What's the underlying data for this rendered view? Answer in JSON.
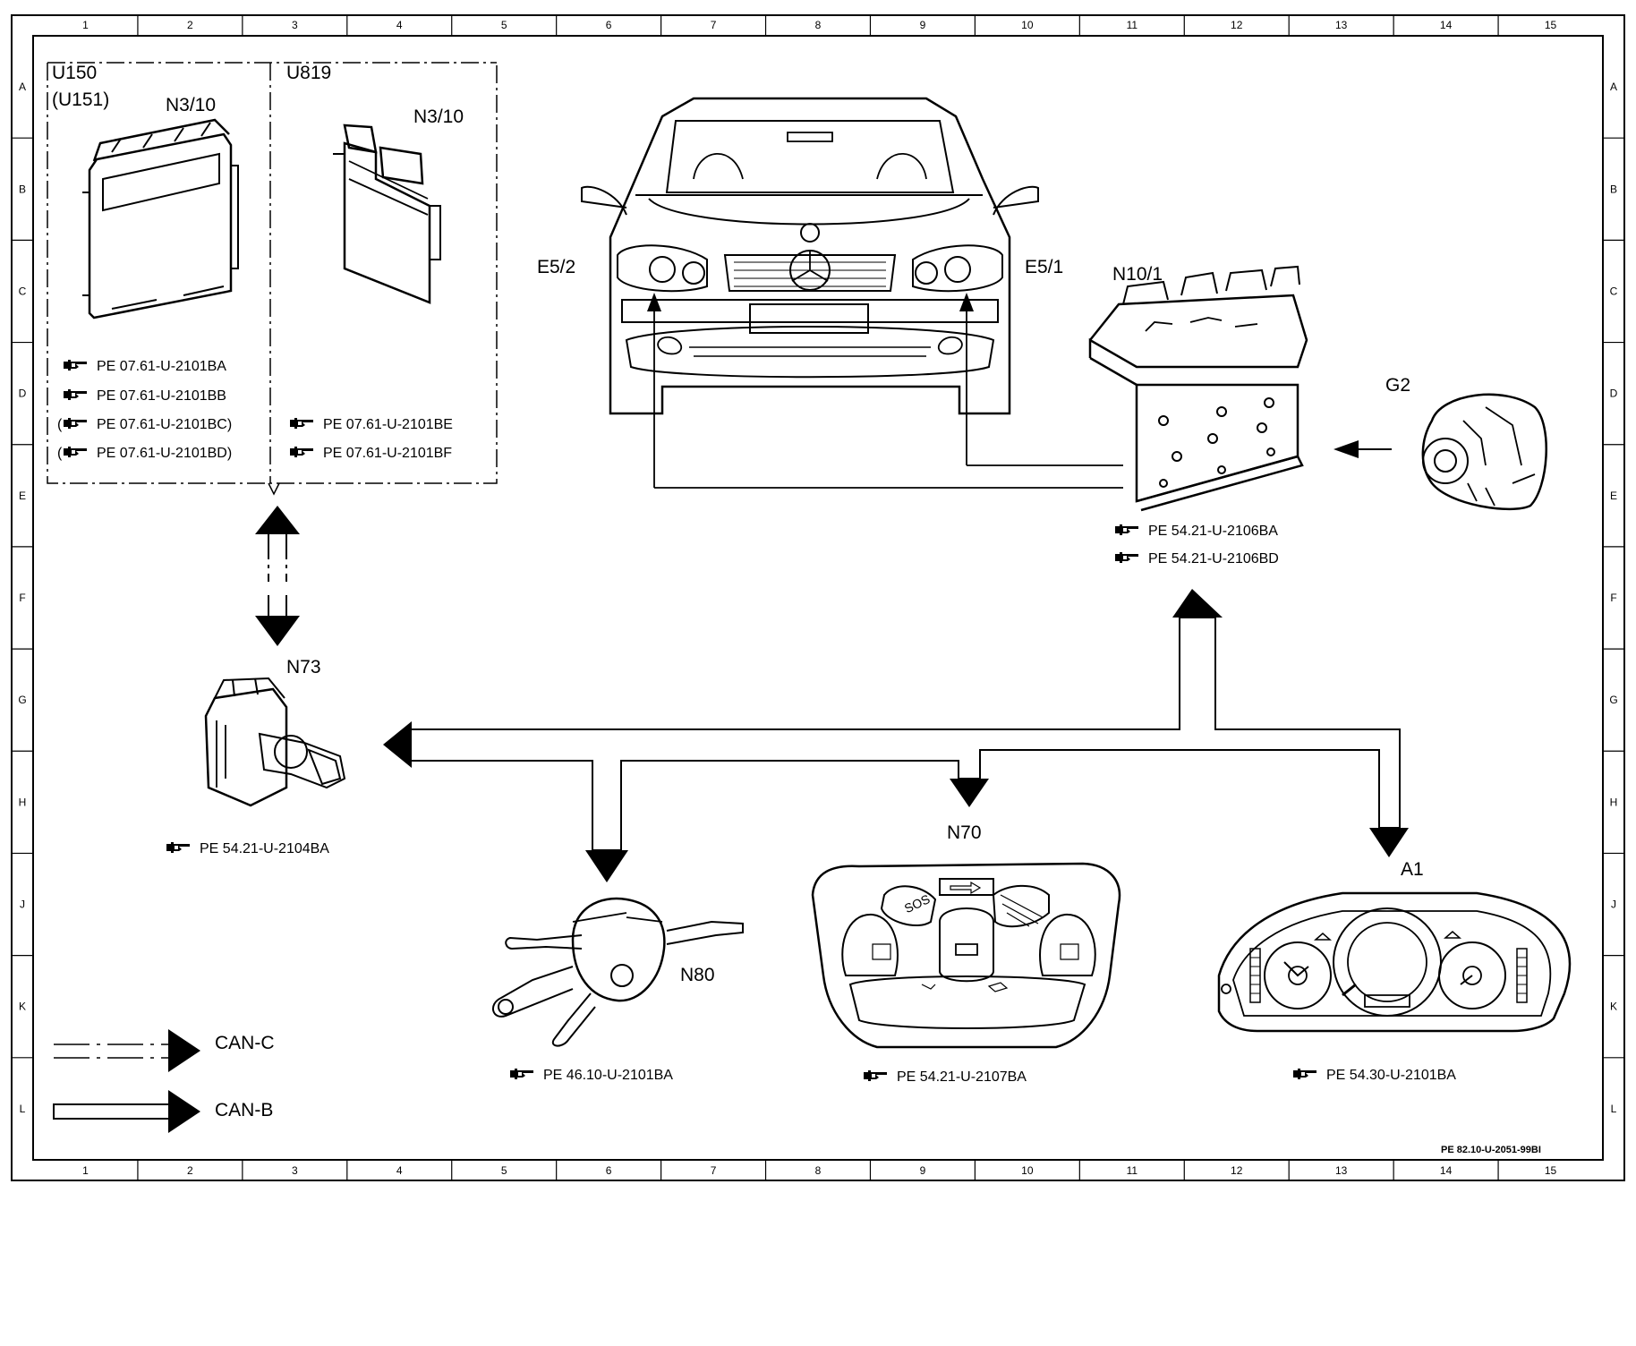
{
  "grid": {
    "columns": [
      "1",
      "2",
      "3",
      "4",
      "5",
      "6",
      "7",
      "8",
      "9",
      "10",
      "11",
      "12",
      "13",
      "14",
      "15"
    ],
    "rows": [
      "A",
      "B",
      "C",
      "D",
      "E",
      "F",
      "G",
      "H",
      "J",
      "K",
      "L"
    ]
  },
  "ecu_group": {
    "variant_left": "U150",
    "variant_left_alt": "(U151)",
    "variant_right": "U819",
    "module_left": "N3/10",
    "module_right": "N3/10",
    "refs_left": [
      "PE 07.61-U-2101BA",
      "PE 07.61-U-2101BB",
      "(",
      "PE 07.61-U-2101BC)",
      "(",
      "PE 07.61-U-2101BD)"
    ],
    "refs_right": [
      "PE 07.61-U-2101BE",
      "PE 07.61-U-2101BF"
    ]
  },
  "components": {
    "e52": "E5/2",
    "e51": "E5/1",
    "n101": "N10/1",
    "n101_refs": [
      "PE 54.21-U-2106BA",
      "PE 54.21-U-2106BD"
    ],
    "g2": "G2",
    "n73": "N73",
    "n73_ref": "PE 54.21-U-2104BA",
    "n80": "N80",
    "n80_ref": "PE 46.10-U-2101BA",
    "n70": "N70",
    "n70_ref": "PE 54.21-U-2107BA",
    "n70_sos": "SOS",
    "a1": "A1",
    "a1_ref": "PE 54.30-U-2101BA"
  },
  "legend": {
    "can_c": "CAN-C",
    "can_b": "CAN-B"
  },
  "doc_number": "PE 82.10-U-2051-99BI",
  "icons": [
    "reference-hand-icon"
  ],
  "colors": {
    "ink": "#000000",
    "paper": "#ffffff"
  }
}
